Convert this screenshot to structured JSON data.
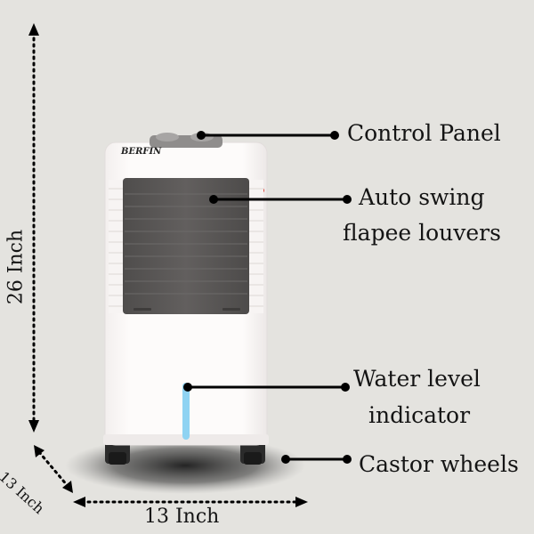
{
  "product": {
    "brand": "BERFIN"
  },
  "callouts": {
    "control_panel": "Control Panel",
    "louvers_line1": "Auto swing",
    "louvers_line2": "flapee louvers",
    "water_line1": "Water level",
    "water_line2": "indicator",
    "wheels": "Castor wheels"
  },
  "dimensions": {
    "height": "26  Inch",
    "depth": "13 Inch",
    "width": "13 Inch"
  },
  "colors": {
    "background": "#e4e3df",
    "body": "#fbf8f7",
    "louver_panel": "#5b5958",
    "water_indicator": "#8fd3f2",
    "wheels": "#2b2b2b"
  }
}
